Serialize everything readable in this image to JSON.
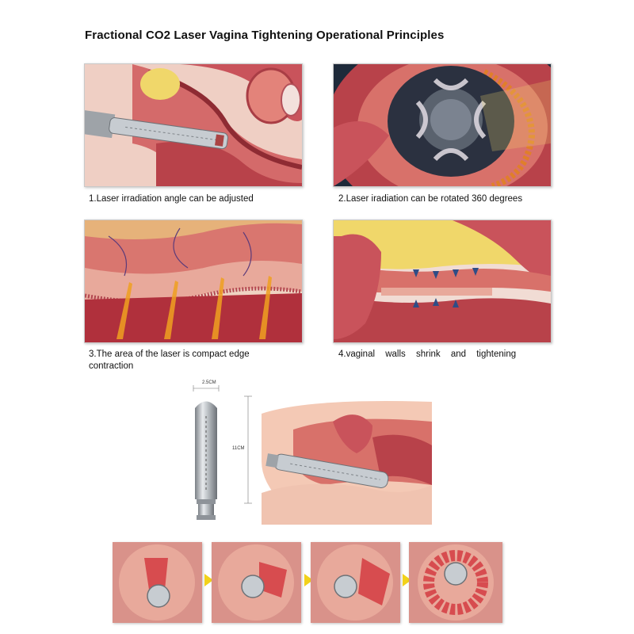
{
  "title": "Fractional CO2 Laser Vagina Tightening Operational Principles",
  "panels": [
    {
      "caption": "1.Laser irradiation angle can be adjusted"
    },
    {
      "caption": "2.Laser iradiation can be rotated 360 degrees"
    },
    {
      "caption_line1": "3.The area of the laser is compact edge",
      "caption_line2": "contraction"
    },
    {
      "caption": "4.vaginal walls shrink and tightening"
    }
  ],
  "probe": {
    "width_label": "2.5CM",
    "length_label": "11CM"
  },
  "colors": {
    "tissue_dark": "#b8424a",
    "tissue_light": "#e89a8e",
    "laser_yellow": "#f2d21b",
    "metal": "#b8bcc0"
  }
}
